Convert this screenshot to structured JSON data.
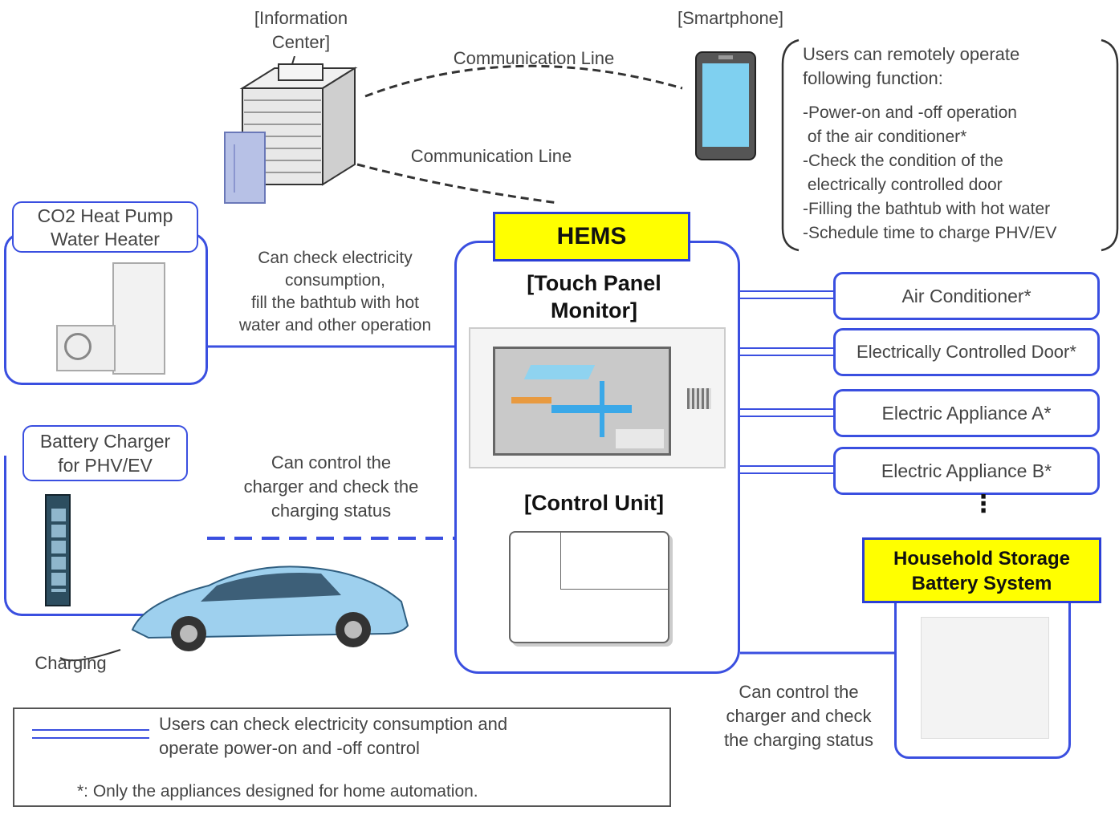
{
  "labels": {
    "info_center": "[Information\nCenter]",
    "smartphone": "[Smartphone]",
    "comm_line_top": "Communication Line",
    "comm_line_mid": "Communication Line",
    "hems": "HEMS",
    "touch_panel": "[Touch Panel\nMonitor]",
    "control_unit": "[Control Unit]",
    "co2_heater": "CO2 Heat Pump\nWater Heater",
    "heater_desc": "Can check electricity\nconsumption,\nfill the bathtub with hot\nwater and other operation",
    "battery_charger": "Battery Charger\nfor PHV/EV",
    "charger_desc": "Can control the\ncharger and check the\ncharging status",
    "charging": "Charging",
    "storage_desc": "Can control the\ncharger and check\nthe charging status",
    "household_storage": "Household Storage\nBattery System",
    "ellipsis": "⋮"
  },
  "remote": {
    "intro": "Users can remotely operate\nfollowing function:",
    "items": [
      "-Power-on and -off operation\n of the air conditioner*",
      "-Check the condition of the\n electrically controlled door",
      "-Filling the bathtub with hot water",
      "-Schedule time to charge PHV/EV"
    ]
  },
  "appliances": [
    "Air Conditioner*",
    "Electrically Controlled Door*",
    "Electric Appliance A*",
    "Electric Appliance B*"
  ],
  "legend": {
    "line_desc": "Users can check electricity consumption and\noperate power-on and -off control",
    "footnote": "*: Only the appliances designed for home automation."
  },
  "colors": {
    "line_blue": "#3a4fe0",
    "hems_yellow": "#ffff00"
  }
}
